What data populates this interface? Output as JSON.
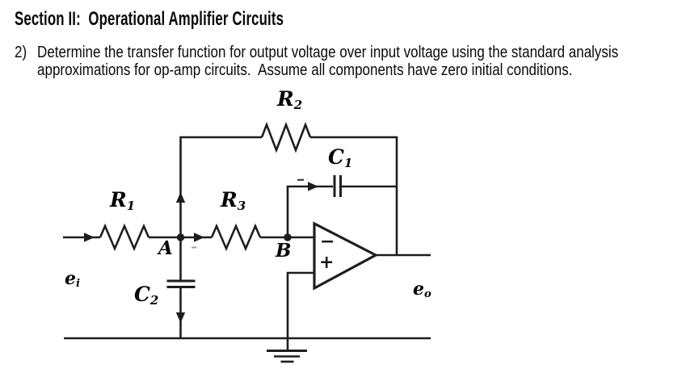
{
  "document": {
    "section_heading": "Section II:  Operational Amplifier Circuits",
    "problem": {
      "number": "2)",
      "line1": "Determine the transfer function for output voltage over input voltage using the standard analysis",
      "line2": "approximations for op-amp circuits.  Assume all components have zero initial conditions."
    }
  },
  "circuit": {
    "components": {
      "r1": {
        "base": "R",
        "sub": "1"
      },
      "r2": {
        "base": "R",
        "sub": "2"
      },
      "r3": {
        "base": "R",
        "sub": "3"
      },
      "c1": {
        "base": "C",
        "sub": "1"
      },
      "c2": {
        "base": "C",
        "sub": "2"
      }
    },
    "nodes": {
      "a": "A",
      "b": "B"
    },
    "signals": {
      "input": {
        "base": "e",
        "sub": "i"
      },
      "output": {
        "base": "e",
        "sub": "o"
      }
    },
    "opamp": {
      "inverting_sign": "−",
      "noninverting_sign": "+"
    }
  },
  "colors": {
    "ink": "#1e1e1e"
  }
}
